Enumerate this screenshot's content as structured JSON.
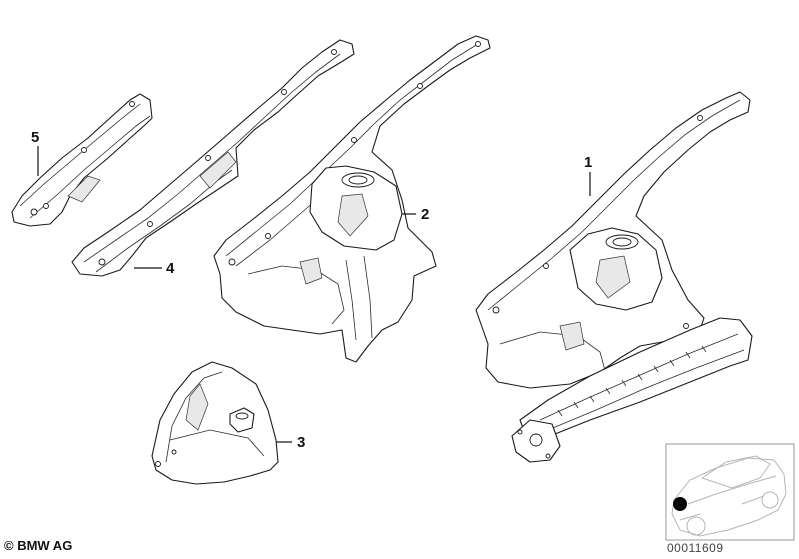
{
  "callouts": {
    "c1": "1",
    "c2": "2",
    "c3": "3",
    "c4": "4",
    "c5": "5"
  },
  "footer": {
    "copyright": "© BMW AG",
    "catalog_number": "00011609"
  },
  "inset": {
    "icon": "car-location-icon"
  }
}
